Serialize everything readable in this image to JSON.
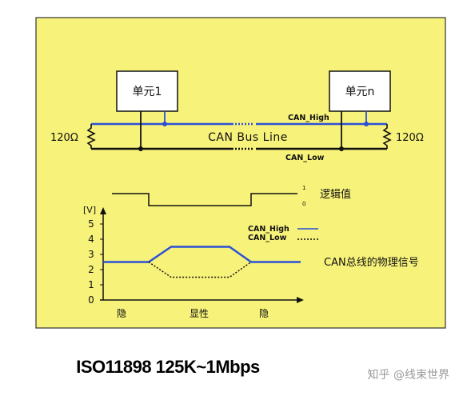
{
  "diagram": {
    "colors": {
      "panel": "#f7f27a",
      "bus_high": "#2b50d6",
      "line": "#111111"
    },
    "nodes": {
      "unit1": "单元1",
      "unitn": "单元n"
    },
    "terminator_left": "120Ω",
    "terminator_right": "120Ω",
    "bus_label": "CAN Bus Line",
    "can_high_label": "CAN_High",
    "can_low_label": "CAN_Low",
    "logic": {
      "title": "逻辑值",
      "high": "1",
      "low": "0"
    },
    "physical": {
      "title": "CAN总线的物理信号",
      "y_unit": "[V]",
      "y_ticks": [
        "5",
        "4",
        "3",
        "2",
        "1",
        "0"
      ],
      "legend_high": "CAN_High",
      "legend_low": "CAN_Low",
      "x_labels": [
        "隐",
        "显性",
        "隐"
      ],
      "signals": {
        "recessive_v": 2.5,
        "dominant_high_v": 3.5,
        "dominant_low_v": 1.5
      }
    }
  },
  "caption": "ISO11898 125K~1Mbps",
  "watermark": "知乎 @线束世界"
}
